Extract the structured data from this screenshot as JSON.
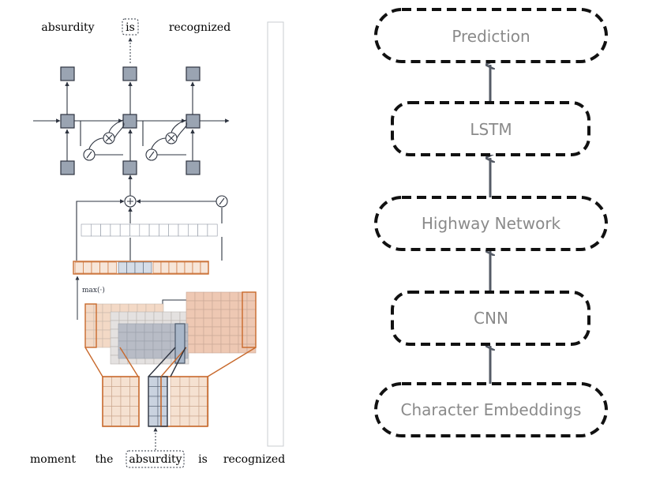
{
  "left_diagram": {
    "top_words": [
      "absurdity",
      "is",
      "recognized"
    ],
    "bottom_words": [
      "moment",
      "the",
      "absurdity",
      "is",
      "recognized"
    ],
    "pool_label": "max(·)",
    "colors": {
      "orange": "#c8692c",
      "node_fill": "#9aa4b2",
      "node_stroke": "#2e3440",
      "gray_cell": "#b8bcc6",
      "peach_cell": "#f3d9c6",
      "blue_cell": "#a9b7c9"
    }
  },
  "flowchart": {
    "nodes": [
      "Prediction",
      "LSTM",
      "Highway Network",
      "CNN",
      "Character Embeddings"
    ],
    "edge_color": "#555b66",
    "box_style": "dashed"
  }
}
